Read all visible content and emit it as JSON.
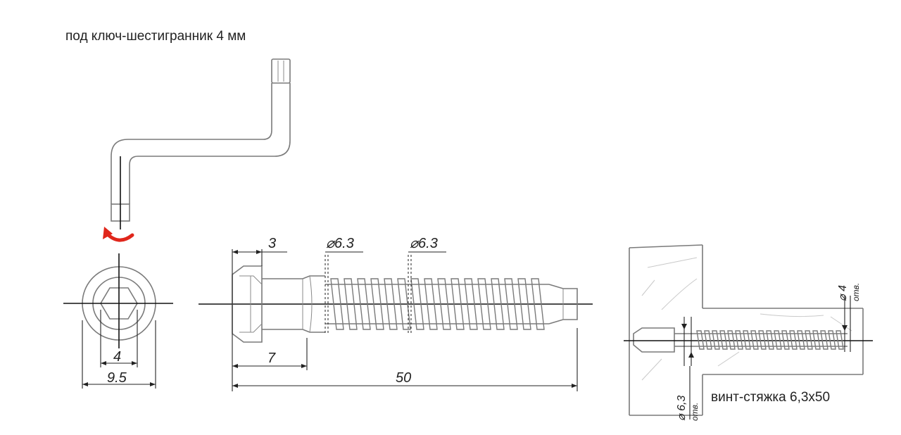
{
  "captions": {
    "key_label": "под ключ-шестигранник 4 мм",
    "product_label": "винт-стяжка 6,3х50"
  },
  "dimensions": {
    "hex_size": "4",
    "head_diameter": "9.5",
    "head_height": "3",
    "shank_length": "7",
    "total_length": "50",
    "shank_diameter": "⌀6.3",
    "thread_diameter": "⌀6.3",
    "hole_small_diameter": "⌀ 4",
    "hole_small_unit": "отв.",
    "hole_large_diameter": "⌀ 6,3",
    "hole_large_unit": "отв."
  },
  "colors": {
    "rotation_arrow": "#e0261b",
    "line": "#7a7a7a",
    "axis": "#111111"
  },
  "icons": {
    "rotation": "clockwise-rotation-arrow"
  }
}
